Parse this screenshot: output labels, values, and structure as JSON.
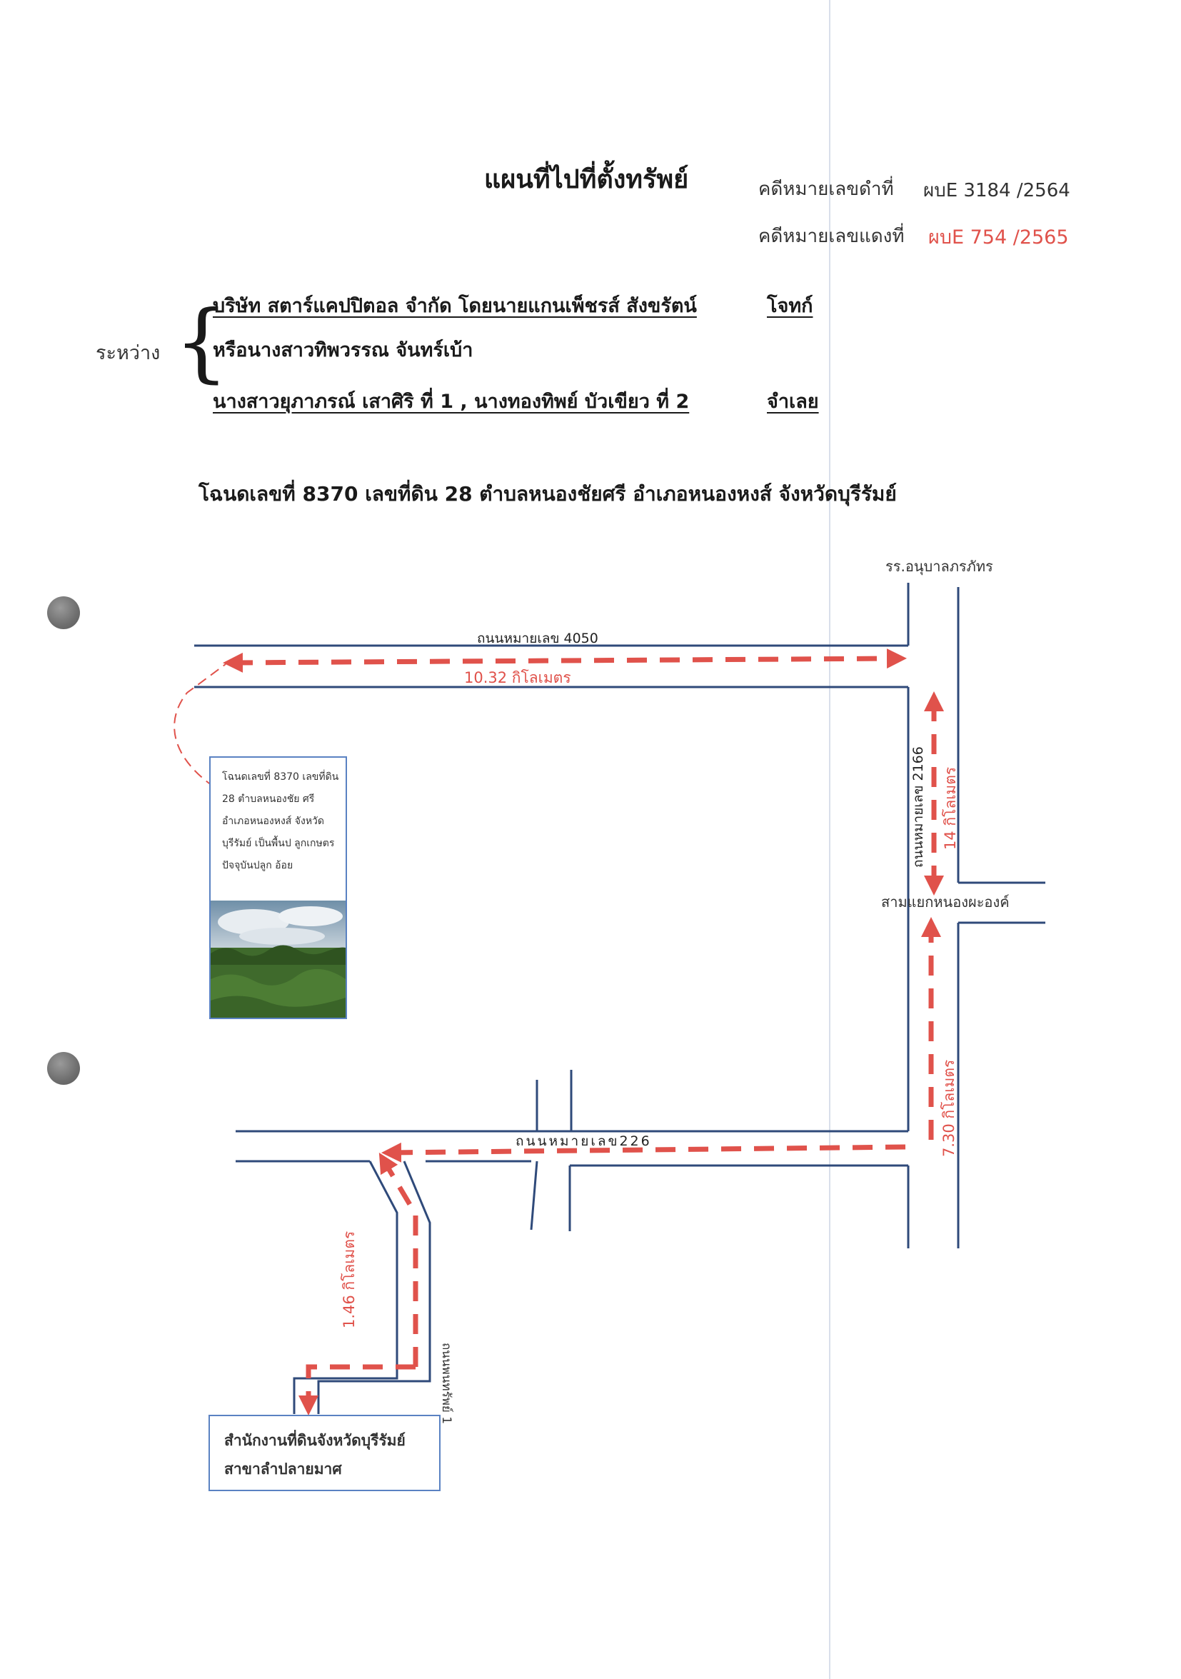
{
  "header": {
    "title": "แผนที่ไปที่ตั้งทรัพย์",
    "black_case_label": "คดีหมายเลขดำที่",
    "black_case_number": "ผบE 3184 /2564",
    "red_case_label": "คดีหมายเลขแดงที่",
    "red_case_number": "ผบE 754 /2565"
  },
  "parties": {
    "between_label": "ระหว่าง",
    "plaintiff_line1": "บริษัท สตาร์แคปปิตอล จำกัด โดยนายแกนเพ็ชรส์ สังขรัตน์",
    "plaintiff_role": "โจทก์",
    "plaintiff_line2": "หรือนางสาวทิพวรรณ จันทร์เบ้า",
    "defendant_line": "นางสาวยุภาภรณ์ เสาศิริ ที่ 1 , นางทองทิพย์ บัวเขียว ที่ 2",
    "defendant_role": "จำเลย"
  },
  "deed_line": "โฉนดเลขที่ 8370 เลขที่ดิน 28 ตำบลหนองชัยศรี อำเภอหนองหงส์ จังหวัดบุรีรัมย์",
  "map": {
    "school_label": "รร.อนุบาลภรภัทร",
    "road_4050_label": "ถนนหมายเลข 4050",
    "dist_4050": "10.32 กิโลเมตร",
    "road_2166_label": "ถนนหมายเลข 2166",
    "dist_2166": "14 กิโลเมตร",
    "junction_label": "สามแยกหนองผะองค์",
    "dist_730": "7.30 กิโลเมตร",
    "road_226_label": "ถนนหมายเลข226",
    "local_road_label": "ถนนพนทรัพย์ 1",
    "dist_146": "1.46 กิโลเมตร",
    "property_note": "โฉนดเลขที่ 8370 เลขที่ดิน 28 ตำบลหนองชัย ศรี อำเภอหนองหงส์ จังหวัดบุรีรัมย์ เป็นพื้นป ลูกเกษตร ปัจจุบันปลูก อ้อย",
    "office_line1": "สำนักงานที่ดินจังหวัดบุรีรัมย์",
    "office_line2": "สาขาลำปลายมาศ",
    "colors": {
      "road": "#2f4a7a",
      "route": "#e0524b",
      "box": "#5a82c2"
    }
  }
}
